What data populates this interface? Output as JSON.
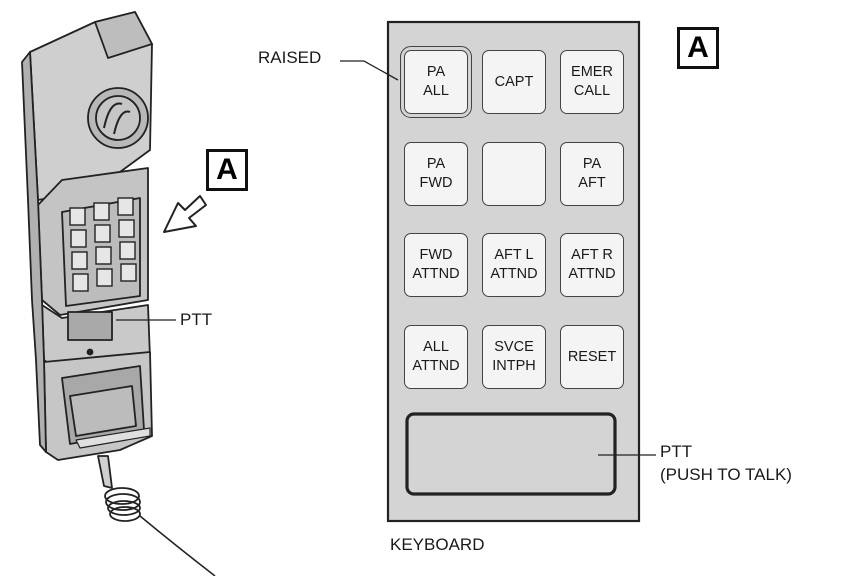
{
  "labels": {
    "raised": "RAISED",
    "ptt_handset": "PTT",
    "ptt_panel_line1": "PTT",
    "ptt_panel_line2": "(PUSH TO TALK)",
    "keyboard": "KEYBOARD",
    "view_ref_panel": "A",
    "view_ref_handset": "A"
  },
  "keys": [
    {
      "label": "PA\nALL",
      "raised": true
    },
    {
      "label": "CAPT",
      "raised": false
    },
    {
      "label": "EMER\nCALL",
      "raised": false
    },
    {
      "label": "PA\nFWD",
      "raised": false
    },
    {
      "label": "",
      "raised": false
    },
    {
      "label": "PA\nAFT",
      "raised": false
    },
    {
      "label": "FWD\nATTND",
      "raised": false
    },
    {
      "label": "AFT L\nATTND",
      "raised": false
    },
    {
      "label": "AFT R\nATTND",
      "raised": false
    },
    {
      "label": "ALL\nATTND",
      "raised": false
    },
    {
      "label": "SVCE\nINTPH",
      "raised": false
    },
    {
      "label": "RESET",
      "raised": false
    }
  ],
  "colors": {
    "panel_fill": "#d4d4d4",
    "handset_fill": "#c9c9c9",
    "line": "#222222"
  }
}
